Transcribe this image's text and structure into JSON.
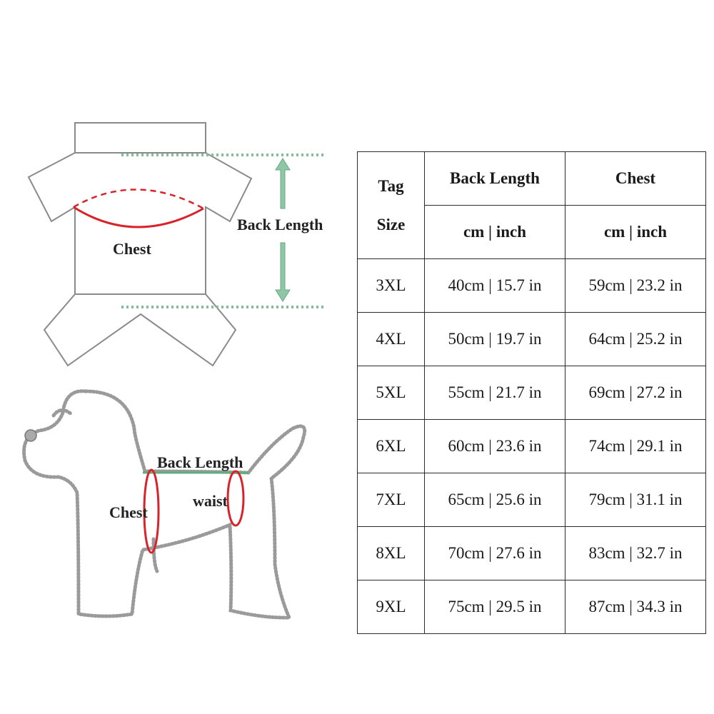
{
  "garment_diagram": {
    "chest_label": "Chest",
    "back_length_label": "Back Length"
  },
  "dog_diagram": {
    "back_length_label": "Back Length",
    "chest_label": "Chest",
    "waist_label": "waist"
  },
  "table": {
    "header": {
      "tag_line1": "Tag",
      "tag_line2": "Size",
      "back_length": "Back Length",
      "chest": "Chest",
      "back_length_unit": "cm | inch",
      "chest_unit": "cm | inch"
    },
    "rows": [
      {
        "size": "3XL",
        "back_length": "40cm | 15.7 in",
        "chest": "59cm | 23.2 in"
      },
      {
        "size": "4XL",
        "back_length": "50cm | 19.7 in",
        "chest": "64cm | 25.2 in"
      },
      {
        "size": "5XL",
        "back_length": "55cm | 21.7 in",
        "chest": "69cm | 27.2 in"
      },
      {
        "size": "6XL",
        "back_length": "60cm | 23.6 in",
        "chest": "74cm | 29.1 in"
      },
      {
        "size": "7XL",
        "back_length": "65cm | 25.6 in",
        "chest": "79cm | 31.1 in"
      },
      {
        "size": "8XL",
        "back_length": "70cm | 27.6 in",
        "chest": "83cm | 32.7 in"
      },
      {
        "size": "9XL",
        "back_length": "75cm | 29.5 in",
        "chest": "87cm | 34.3 in"
      }
    ]
  },
  "colors": {
    "chest_line": "#d8232a",
    "guide_dots": "#7fbf9a",
    "arrow": "#8fc7a6",
    "outline": "#8a8a8a"
  }
}
